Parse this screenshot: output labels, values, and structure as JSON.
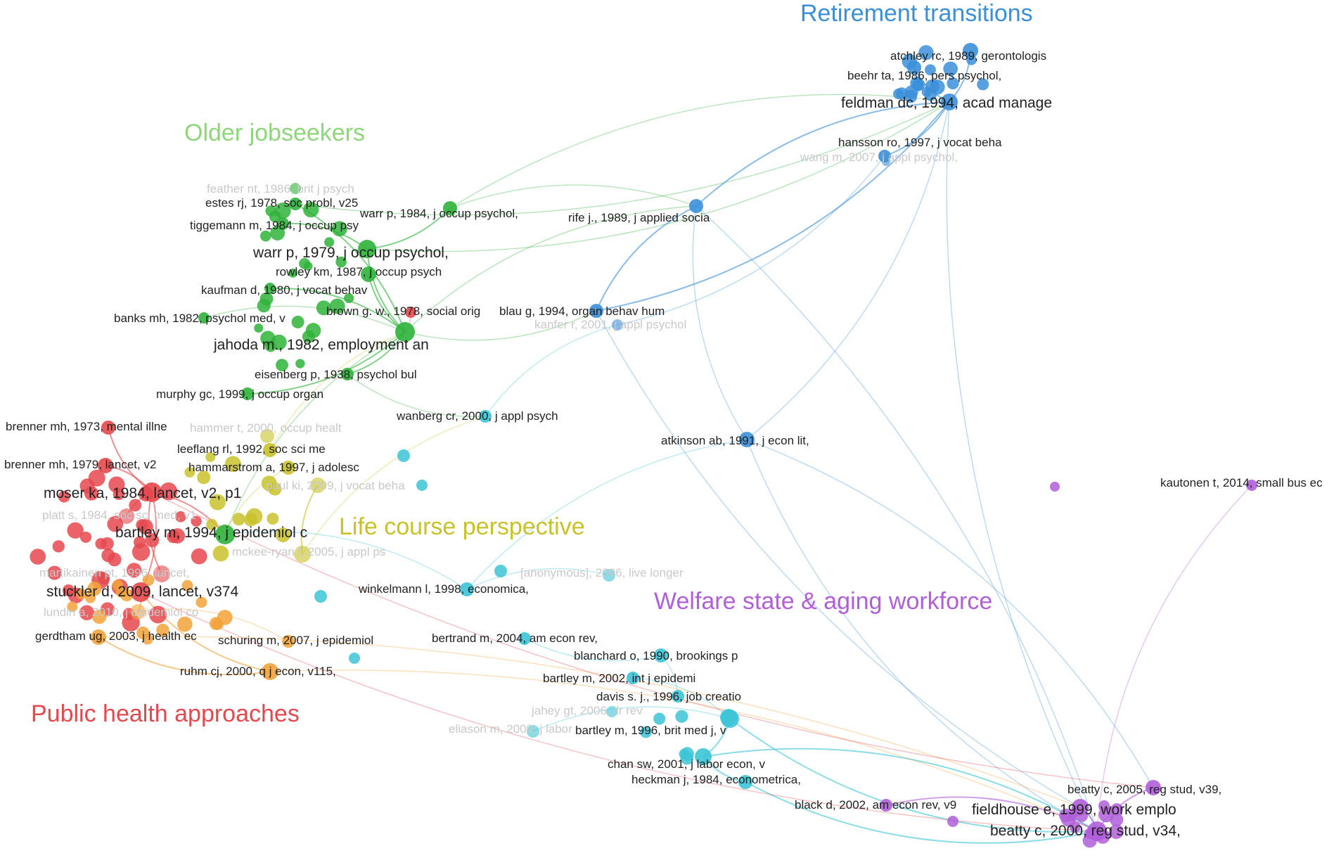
{
  "colors": {
    "red": "#e5484d",
    "green": "#2fb33a",
    "light_green": "#8fd67a",
    "blue": "#3b8fd9",
    "yellow": "#c8c22a",
    "orange": "#f2a33a",
    "cyan": "#3cc4d6",
    "purple": "#b05fd9",
    "pink": "#f4a3c0"
  },
  "clusters": [
    {
      "id": "retirement",
      "label": "Retirement transitions",
      "color": "blue"
    },
    {
      "id": "older",
      "label": "Older jobseekers",
      "color": "light_green"
    },
    {
      "id": "life",
      "label": "Life course perspective",
      "color": "yellow"
    },
    {
      "id": "welfare",
      "label": "Welfare state & aging workforce",
      "color": "purple"
    },
    {
      "id": "public",
      "label": "Public health approaches",
      "color": "red"
    }
  ],
  "nodes": [
    {
      "id": "atchley",
      "label": "atchley rc, 1989, gerontologis",
      "cluster": "blue"
    },
    {
      "id": "beehr",
      "label": "beehr ta, 1986, pers psychol,",
      "cluster": "blue"
    },
    {
      "id": "feldman",
      "label": "feldman dc, 1994, acad manage",
      "cluster": "blue",
      "big": true
    },
    {
      "id": "hansson",
      "label": "hansson ro, 1997, j vocat beha",
      "cluster": "blue"
    },
    {
      "id": "wang",
      "label": "wang m, 2007, j appl psychol,",
      "cluster": "blue",
      "faint": true
    },
    {
      "id": "rife",
      "label": "rife j., 1989, j applied socia",
      "cluster": "blue"
    },
    {
      "id": "blau",
      "label": "blau g, 1994, organ behav hum",
      "cluster": "blue"
    },
    {
      "id": "kanfer",
      "label": "kanfer r, 2001, j appl psychol",
      "cluster": "blue",
      "faint": true
    },
    {
      "id": "atkinson",
      "label": "atkinson ab, 1991, j econ lit,",
      "cluster": "blue"
    },
    {
      "id": "feather",
      "label": "feather nt, 1986, brit j psych",
      "cluster": "green",
      "faint": true
    },
    {
      "id": "estes",
      "label": "estes rj, 1978, soc probl, v25",
      "cluster": "green"
    },
    {
      "id": "warr1984",
      "label": "warr p, 1984, j occup psychol,",
      "cluster": "green"
    },
    {
      "id": "tiggemann",
      "label": "tiggemann m, 1984, j occup psy",
      "cluster": "green"
    },
    {
      "id": "warr1979",
      "label": "warr p, 1979, j occup psychol,",
      "cluster": "green",
      "big": true
    },
    {
      "id": "rowley",
      "label": "rowley km, 1987, j occup psych",
      "cluster": "green"
    },
    {
      "id": "kaufman",
      "label": "kaufman d, 1980, j vocat behav",
      "cluster": "green"
    },
    {
      "id": "banks",
      "label": "banks mh, 1982, psychol med, v",
      "cluster": "green"
    },
    {
      "id": "brown",
      "label": "brown g. w., 1978, social orig",
      "cluster": "red"
    },
    {
      "id": "jahoda",
      "label": "jahoda m., 1982, employment an",
      "cluster": "green",
      "big": true
    },
    {
      "id": "eisenberg",
      "label": "eisenberg p, 1938, psychol bul",
      "cluster": "green"
    },
    {
      "id": "murphy",
      "label": "murphy gc, 1999, j occup organ",
      "cluster": "green"
    },
    {
      "id": "wanberg",
      "label": "wanberg cr, 2000, j appl psych",
      "cluster": "cyan"
    },
    {
      "id": "brenner1973",
      "label": "brenner mh, 1973, mental illne",
      "cluster": "red"
    },
    {
      "id": "hammer",
      "label": "hammer t, 2000, occup healt",
      "cluster": "yellow",
      "faint": true
    },
    {
      "id": "leeflang",
      "label": "leeflang rl, 1992, soc sci me",
      "cluster": "yellow"
    },
    {
      "id": "brenner1979",
      "label": "brenner mh, 1979, lancet, v2",
      "cluster": "red"
    },
    {
      "id": "hammarstrom",
      "label": "hammarstrom a, 1997, j adolesc",
      "cluster": "yellow"
    },
    {
      "id": "mckee",
      "label": "mckee-ryan f, 2005, j appl ps",
      "cluster": "yellow",
      "faint": true
    },
    {
      "id": "paul",
      "label": "paul ki, 2009, j vocat beha",
      "cluster": "yellow",
      "faint": true
    },
    {
      "id": "moser",
      "label": "moser ka, 1984, lancet, v2, p1",
      "cluster": "red",
      "big": true
    },
    {
      "id": "platt",
      "label": "platt s, 1984, soc sci med, v1",
      "cluster": "red",
      "faint": true
    },
    {
      "id": "bartley1994",
      "label": "bartley m, 1994, j epidemiol c",
      "cluster": "green",
      "big": true
    },
    {
      "id": "martikainen",
      "label": "martikainen pt, 1996, lancet,",
      "cluster": "red",
      "faint": true
    },
    {
      "id": "stuckler",
      "label": "stuckler d, 2009, lancet, v374",
      "cluster": "red",
      "big": true
    },
    {
      "id": "lundin",
      "label": "lundin a, 2010, j epidemiol co",
      "cluster": "orange",
      "faint": true
    },
    {
      "id": "gerdtham",
      "label": "gerdtham ug, 2003, j health ec",
      "cluster": "orange"
    },
    {
      "id": "schuring",
      "label": "schuring m, 2007, j epidemiol",
      "cluster": "orange"
    },
    {
      "id": "ruhm",
      "label": "ruhm cj, 2000, q j econ, v115,",
      "cluster": "orange"
    },
    {
      "id": "anon",
      "label": "[anonymous], 2006, live longer",
      "cluster": "cyan",
      "faint": true
    },
    {
      "id": "winkelmann",
      "label": "winkelmann l, 1998, economica,",
      "cluster": "cyan"
    },
    {
      "id": "bertrand",
      "label": "bertrand m, 2004, am econ rev,",
      "cluster": "cyan"
    },
    {
      "id": "blanchard",
      "label": "blanchard o, 1990, brookings p",
      "cluster": "cyan"
    },
    {
      "id": "bartley2002",
      "label": "bartley m, 2002, int j epidemi",
      "cluster": "cyan"
    },
    {
      "id": "davis",
      "label": "davis s. j., 1996, job creatio",
      "cluster": "cyan"
    },
    {
      "id": "jahey",
      "label": "jahey gt, 2006, ilr rev",
      "cluster": "cyan",
      "faint": true
    },
    {
      "id": "eliason",
      "label": "eliason m, 2009, j labor",
      "cluster": "cyan",
      "faint": true
    },
    {
      "id": "bartley1996",
      "label": "bartley m, 1996, brit med j, v",
      "cluster": "cyan"
    },
    {
      "id": "chan",
      "label": "chan sw, 2001, j labor econ, v",
      "cluster": "cyan"
    },
    {
      "id": "heckman",
      "label": "heckman j, 1984, econometrica,",
      "cluster": "cyan"
    },
    {
      "id": "black",
      "label": "black d, 2002, am econ rev, v9",
      "cluster": "purple"
    },
    {
      "id": "beatty2005",
      "label": "beatty c, 2005, reg stud, v39,",
      "cluster": "purple"
    },
    {
      "id": "fieldhouse",
      "label": "fieldhouse e, 1999, work emplo",
      "cluster": "purple",
      "big": true
    },
    {
      "id": "beatty2000",
      "label": "beatty c, 2000, reg stud, v34,",
      "cluster": "purple",
      "big": true
    },
    {
      "id": "kautonen",
      "label": "kautonen t, 2014, small bus ec",
      "cluster": "purple"
    }
  ]
}
